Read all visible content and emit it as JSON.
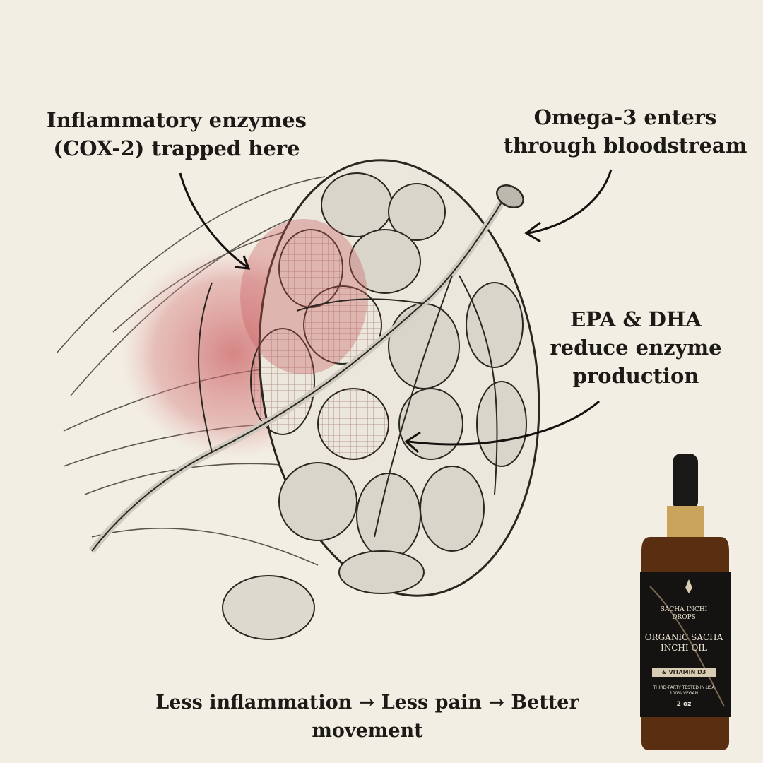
{
  "annotations": {
    "inflammatory": [
      "Inflammatory enzymes",
      "(COX-2) trapped here"
    ],
    "omega": [
      "Omega-3 enters",
      "through bloodstream"
    ],
    "epa": [
      "EPA & DHA",
      "reduce enzyme",
      "production"
    ]
  },
  "footer": "Less inflammation → Less pain → Better movement",
  "product": {
    "brand": [
      "SACHA INCHI",
      "DROPS"
    ],
    "name": [
      "ORGANIC SACHA",
      "INCHI OIL"
    ],
    "badge": "& VITAMIN D3",
    "tested": [
      "THIRD-PARTY TESTED IN USA",
      "100% VEGAN"
    ],
    "size": "2 oz"
  },
  "colors": {
    "background": "#f2eee3",
    "inflammation": "#c9595c",
    "ink": "#1c1a17",
    "label": "#14110e",
    "cap_gold": "#c9a45a"
  }
}
